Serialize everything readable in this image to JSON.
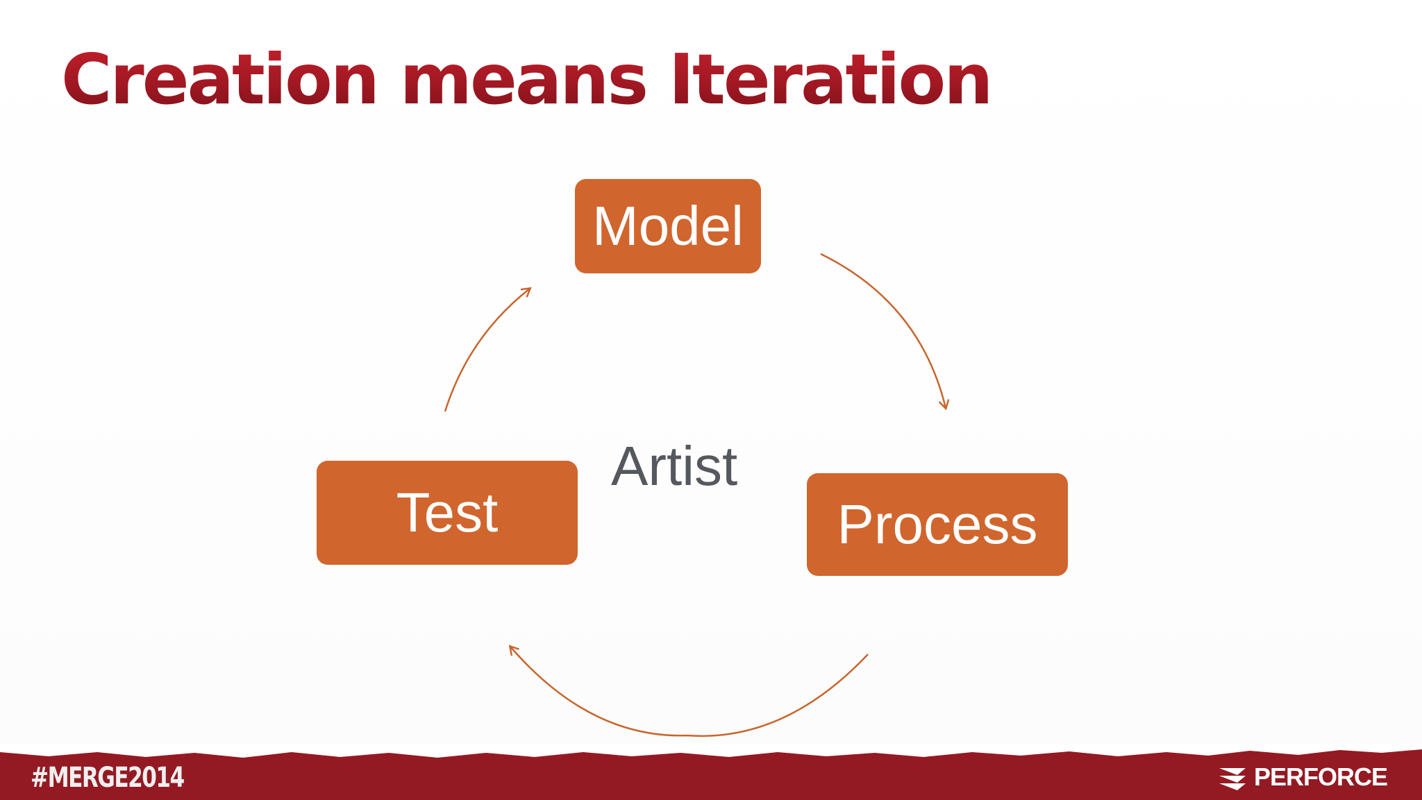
{
  "slide": {
    "title": "Creation means Iteration"
  },
  "diagram": {
    "center_label": "Artist",
    "nodes": {
      "model": "Model",
      "process": "Process",
      "test": "Test"
    },
    "node_color": "#d0652d",
    "arrow_color": "#c8652e",
    "cycle": [
      "Model",
      "Process",
      "Test",
      "Model"
    ]
  },
  "footer": {
    "hashtag": "#MERGE2014",
    "brand": "PERFORCE",
    "brand_icon": "perforce-layers-icon",
    "band_color": "#931a23"
  }
}
